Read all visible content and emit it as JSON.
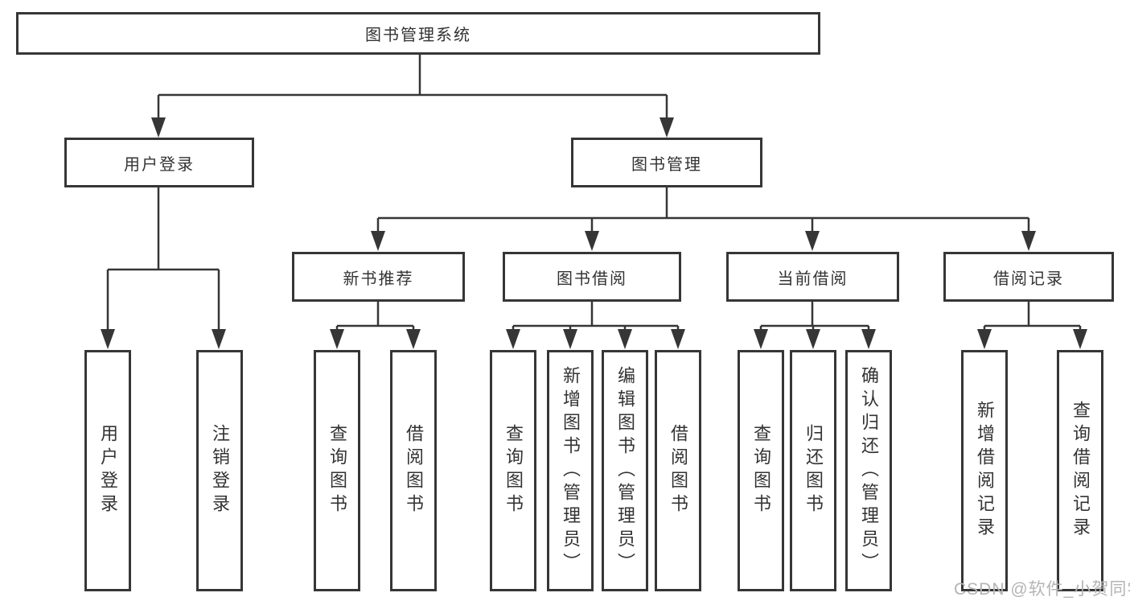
{
  "tree": {
    "root": "图书管理系统",
    "branches": [
      {
        "label": "用户登录",
        "children": [
          "用户登录",
          "注销登录"
        ]
      },
      {
        "label": "图书管理",
        "groups": [
          {
            "label": "新书推荐",
            "children": [
              "查询图书",
              "借阅图书"
            ]
          },
          {
            "label": "图书借阅",
            "children": [
              "查询图书",
              "新增图书（管理员）",
              "编辑图书（管理员）",
              "借阅图书"
            ]
          },
          {
            "label": "当前借阅",
            "children": [
              "查询图书",
              "归还图书",
              "确认归还（管理员）"
            ]
          },
          {
            "label": "借阅记录",
            "children": [
              "新增借阅记录",
              "查询借阅记录"
            ]
          }
        ]
      }
    ]
  },
  "watermark": {
    "text": "CSDN @软件_小贺同学"
  },
  "colors": {
    "line": "#363636",
    "text": "#333333",
    "watermark": "#b4b4b4",
    "background": "#ffffff"
  }
}
